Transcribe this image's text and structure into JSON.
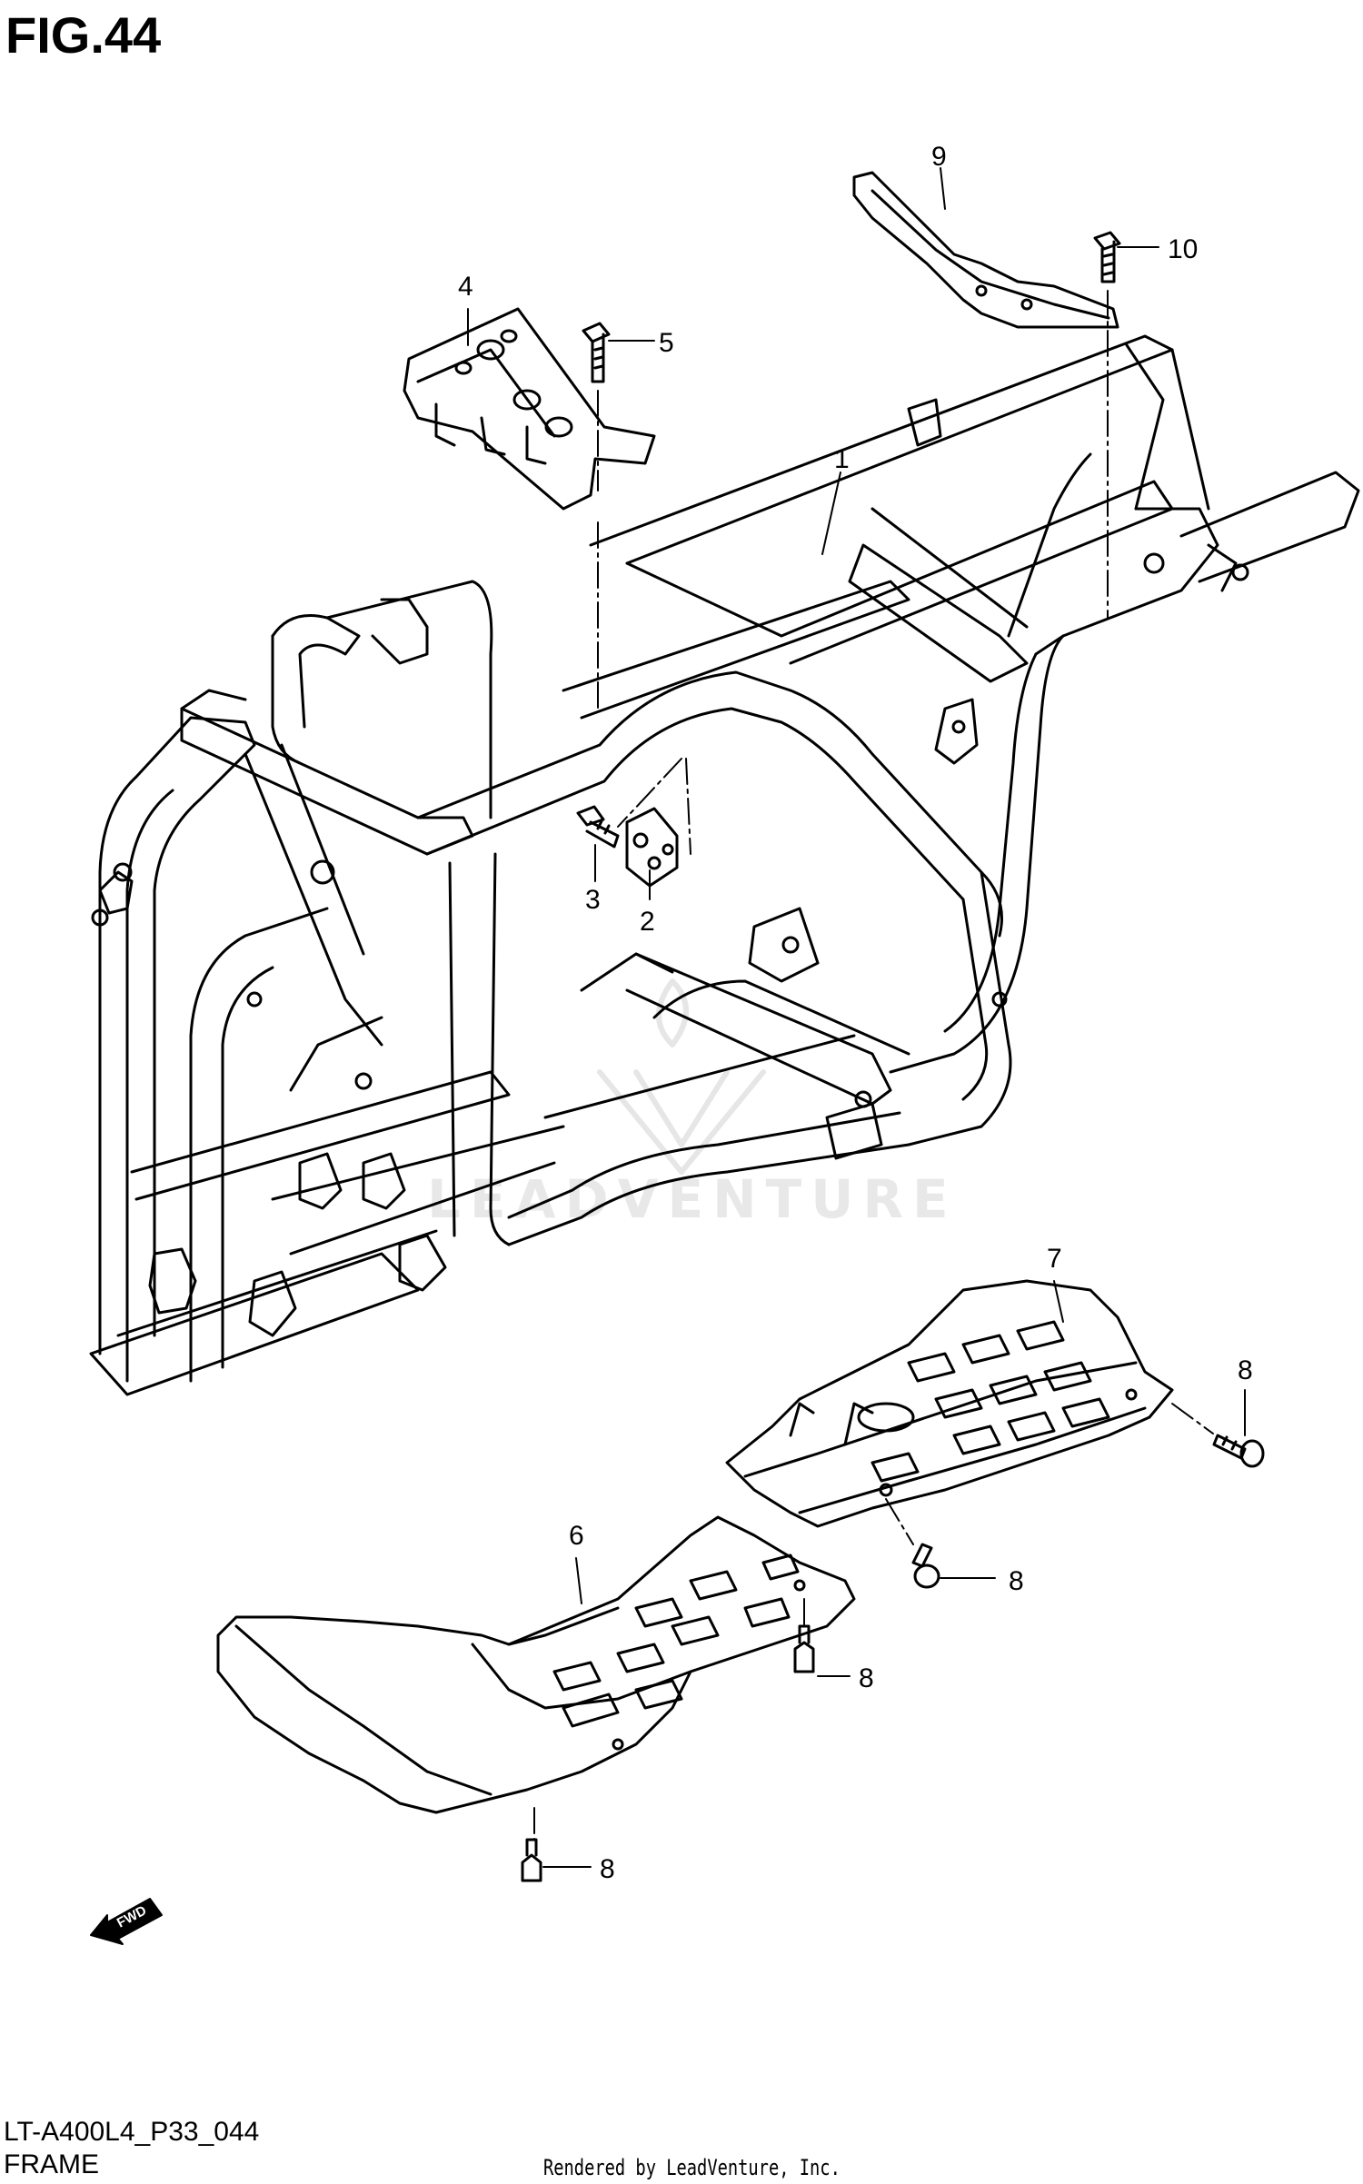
{
  "figure": {
    "title": "FIG.44"
  },
  "footer": {
    "model_code": "LT-A400L4_P33_044",
    "subtitle": "FRAME",
    "credit": "Rendered by LeadVenture, Inc."
  },
  "watermark": {
    "text": "LEADVENTURE"
  },
  "fwd_label": "FWD",
  "callouts": [
    {
      "id": "c1",
      "label": "1"
    },
    {
      "id": "c2",
      "label": "2"
    },
    {
      "id": "c3",
      "label": "3"
    },
    {
      "id": "c4",
      "label": "4"
    },
    {
      "id": "c5",
      "label": "5"
    },
    {
      "id": "c6",
      "label": "6"
    },
    {
      "id": "c7",
      "label": "7"
    },
    {
      "id": "c8a",
      "label": "8"
    },
    {
      "id": "c8b",
      "label": "8"
    },
    {
      "id": "c8c",
      "label": "8"
    },
    {
      "id": "c8d",
      "label": "8"
    },
    {
      "id": "c9",
      "label": "9"
    },
    {
      "id": "c10",
      "label": "10"
    }
  ]
}
